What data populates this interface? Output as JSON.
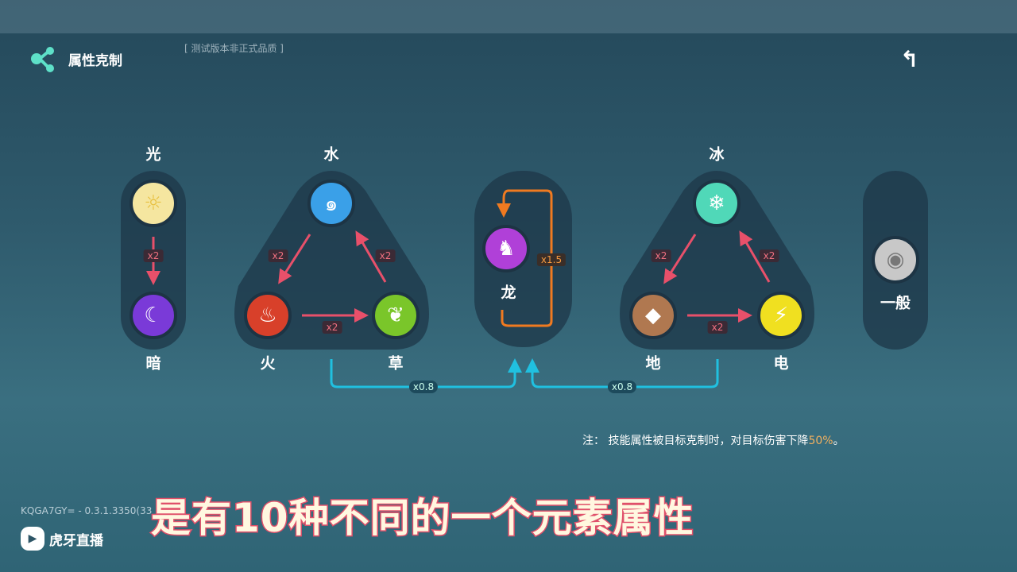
{
  "header": {
    "title": "属性克制",
    "test_note": "[ 测试版本非正式品质 ]",
    "back_icon": "return-arrow-icon",
    "logo_icon": "molecule-icon"
  },
  "elements": {
    "light": {
      "label": "光",
      "icon": "sun-icon",
      "color": "#f5e6a0"
    },
    "dark": {
      "label": "暗",
      "icon": "moon-icon",
      "color": "#7a3ad8"
    },
    "water": {
      "label": "水",
      "icon": "wave-icon",
      "color": "#3aa0e8"
    },
    "fire": {
      "label": "火",
      "icon": "flame-icon",
      "color": "#d8402a"
    },
    "grass": {
      "label": "草",
      "icon": "leaf-icon",
      "color": "#7ac62a"
    },
    "dragon": {
      "label": "龙",
      "icon": "dragon-icon",
      "color": "#b040d8"
    },
    "ice": {
      "label": "冰",
      "icon": "snowflake-icon",
      "color": "#50d8b8"
    },
    "earth": {
      "label": "地",
      "icon": "rock-icon",
      "color": "#b07850"
    },
    "electric": {
      "label": "电",
      "icon": "lightning-icon",
      "color": "#f0e020"
    },
    "normal": {
      "label": "一般",
      "icon": "ring-icon",
      "color": "#c8c8c8"
    }
  },
  "multipliers": {
    "light_dark": "x2",
    "water_fire": "x2",
    "grass_water": "x2",
    "fire_grass": "x2",
    "dragon_self": "x1.5",
    "ice_earth": "x2",
    "electric_ice": "x2",
    "earth_electric": "x2",
    "left_to_dragon": "x0.8",
    "right_to_dragon": "x0.8"
  },
  "note": {
    "prefix": "注：  技能属性被目标克制时，对目标伤害下降",
    "highlight": "50%",
    "suffix": "。"
  },
  "version": "KQGA7GY= - 0.3.1.3350(33",
  "subtitle": "是有10种不同的一个元素属性",
  "watermark": "虎牙直播",
  "colors": {
    "arrow_red": "#e8506a",
    "arrow_orange": "#f07a20",
    "arrow_cyan": "#20c0e0",
    "highlight": "#f0b060"
  }
}
